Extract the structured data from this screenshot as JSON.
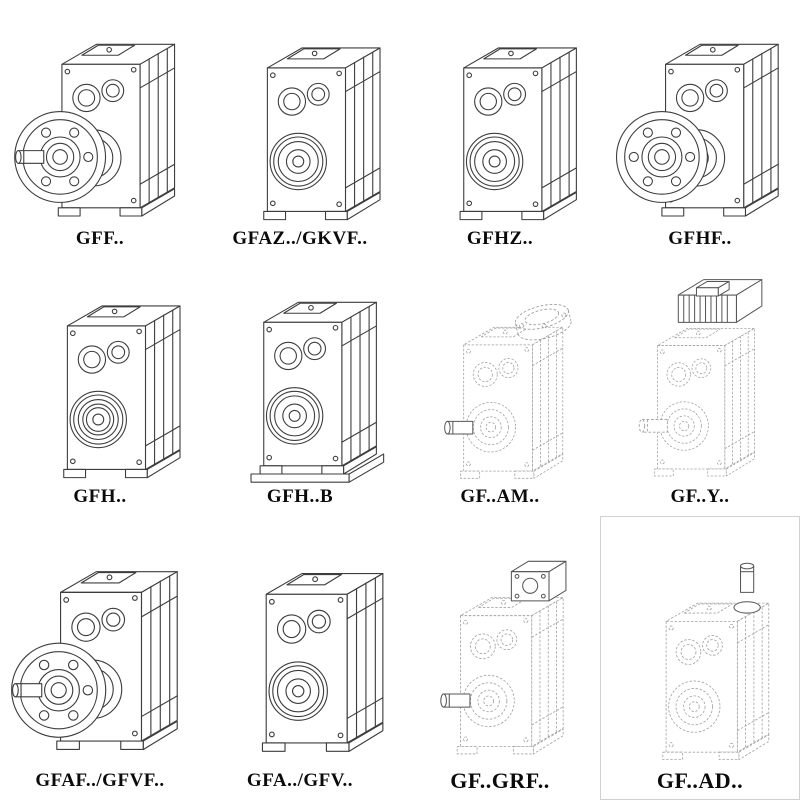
{
  "page": {
    "background": "#ffffff"
  },
  "colors": {
    "line": "#3d3d3d",
    "dashed_line": "#a2a2a2",
    "label_text": "#0b0b0b"
  },
  "catalog": {
    "items": [
      {
        "label": "GFF..",
        "drawing": "gearbox-output-flange-with-shaft",
        "line_style": "solid"
      },
      {
        "label": "GFAZ../GKVF..",
        "drawing": "gearbox-hollow-shaft",
        "line_style": "solid"
      },
      {
        "label": "GFHZ..",
        "drawing": "gearbox-hollow-shaft",
        "line_style": "solid"
      },
      {
        "label": "GFHF..",
        "drawing": "gearbox-output-flange",
        "line_style": "solid"
      },
      {
        "label": "GFH..",
        "drawing": "gearbox-shaft-mounted",
        "line_style": "solid"
      },
      {
        "label": "GFH..B",
        "drawing": "gearbox-shaft-mounted-with-base",
        "line_style": "solid"
      },
      {
        "label": "GF..AM..",
        "drawing": "gearbox-iec-motor-adapter",
        "line_style": "dashed"
      },
      {
        "label": "GF..Y..",
        "drawing": "gearbox-with-motor",
        "line_style": "dashed"
      },
      {
        "label": "GFAF../GFVF..",
        "drawing": "gearbox-output-flange-with-shaft",
        "line_style": "solid"
      },
      {
        "label": "GFA../GFV..",
        "drawing": "gearbox-hollow-shaft",
        "line_style": "solid"
      },
      {
        "label": "GF..GRF..",
        "drawing": "gearbox-servo-adapter",
        "line_style": "dashed"
      },
      {
        "label": "GF..AD..",
        "drawing": "gearbox-top-input-shaft",
        "line_style": "dashed"
      }
    ]
  }
}
